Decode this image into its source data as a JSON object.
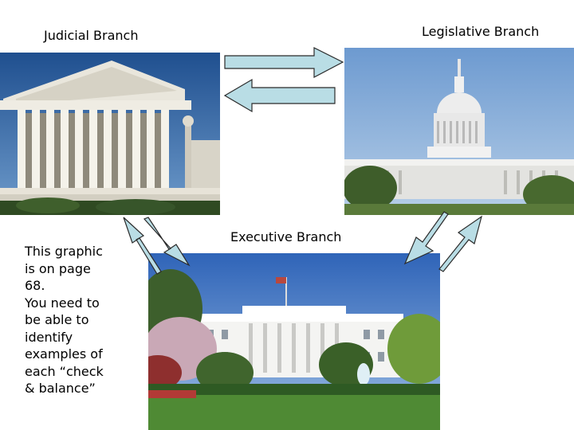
{
  "labels": {
    "judicial": "Judicial Branch",
    "legislative": "Legislative Branch",
    "executive": "Executive Branch"
  },
  "note_lines": [
    "This graphic",
    "is on page",
    "68.",
    "You need to",
    "be able to",
    "identify",
    "examples of",
    "each “check",
    "& balance”"
  ],
  "photos": {
    "judicial": "Supreme Court building",
    "legislative": "United States Capitol building",
    "executive": "White House"
  },
  "colors": {
    "arrow_fill": "#b9dde5",
    "arrow_stroke": "#2b2b2b"
  }
}
